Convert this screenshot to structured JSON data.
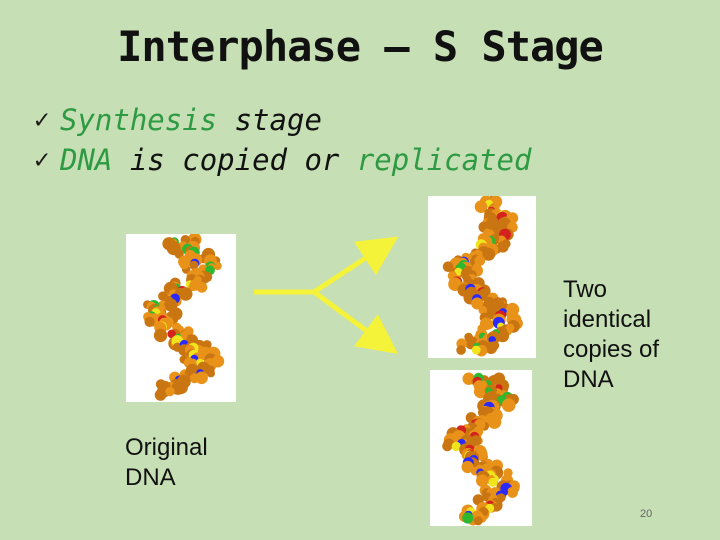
{
  "slide": {
    "title": "Interphase – S Stage",
    "bullets": [
      {
        "icon": "checkmark-icon",
        "highlight": "Synthesis",
        "rest": " stage"
      },
      {
        "icon": "checkmark-icon",
        "highlight": "DNA",
        "middle": " is copied or ",
        "highlight2": "replicated"
      }
    ],
    "label_original": [
      "Original",
      "DNA"
    ],
    "label_copies": [
      "Two",
      "identical",
      "copies of",
      "DNA"
    ],
    "page_number": "20",
    "colors": {
      "background": "#c6dfb4",
      "highlight_text": "#2e9a43",
      "arrow": "#f5f23a",
      "dna_orange": "#e8921a",
      "dna_red": "#d4221e",
      "dna_blue": "#2a2aff",
      "dna_green": "#2fb82f",
      "dna_yellow": "#f0e51c"
    }
  }
}
